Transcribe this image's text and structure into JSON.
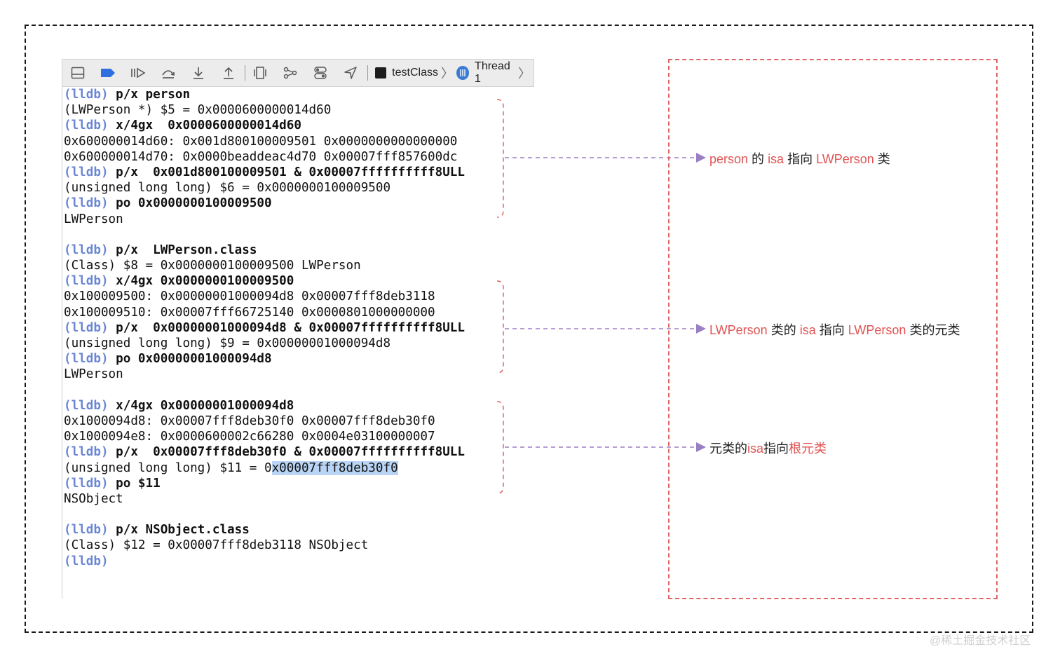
{
  "toolbar": {
    "target": "testClass",
    "thread": "Thread 1",
    "icons": [
      "hide-debug-area-icon",
      "breakpoint-icon",
      "continue-icon",
      "step-over-icon",
      "step-into-icon",
      "step-out-icon",
      "debug-view-hierarchy-icon",
      "memory-graph-icon",
      "environment-overrides-icon",
      "simulate-location-icon"
    ]
  },
  "console": {
    "lines": [
      {
        "prompt": "(lldb)",
        "cmd": " p/x person",
        "out": ""
      },
      {
        "prompt": "",
        "cmd": "",
        "out": "(LWPerson *) $5 = 0x0000600000014d60"
      },
      {
        "prompt": "(lldb)",
        "cmd": " x/4gx  0x0000600000014d60",
        "out": ""
      },
      {
        "prompt": "",
        "cmd": "",
        "out": "0x600000014d60: 0x001d800100009501 0x0000000000000000"
      },
      {
        "prompt": "",
        "cmd": "",
        "out": "0x600000014d70: 0x0000beaddeac4d70 0x00007fff857600dc"
      },
      {
        "prompt": "(lldb)",
        "cmd": " p/x  0x001d800100009501 & 0x00007ffffffffff8ULL",
        "out": ""
      },
      {
        "prompt": "",
        "cmd": "",
        "out": "(unsigned long long) $6 = 0x0000000100009500"
      },
      {
        "prompt": "(lldb)",
        "cmd": " po 0x0000000100009500",
        "out": ""
      },
      {
        "prompt": "",
        "cmd": "",
        "out": "LWPerson"
      },
      {
        "prompt": "",
        "cmd": "",
        "out": ""
      },
      {
        "prompt": "(lldb)",
        "cmd": " p/x  LWPerson.class",
        "out": ""
      },
      {
        "prompt": "",
        "cmd": "",
        "out": "(Class) $8 = 0x0000000100009500 LWPerson"
      },
      {
        "prompt": "(lldb)",
        "cmd": " x/4gx 0x0000000100009500",
        "out": ""
      },
      {
        "prompt": "",
        "cmd": "",
        "out": "0x100009500: 0x00000001000094d8 0x00007fff8deb3118"
      },
      {
        "prompt": "",
        "cmd": "",
        "out": "0x100009510: 0x00007fff66725140 0x0000801000000000"
      },
      {
        "prompt": "(lldb)",
        "cmd": " p/x  0x00000001000094d8 & 0x00007ffffffffff8ULL",
        "out": ""
      },
      {
        "prompt": "",
        "cmd": "",
        "out": "(unsigned long long) $9 = 0x00000001000094d8"
      },
      {
        "prompt": "(lldb)",
        "cmd": " po 0x00000001000094d8",
        "out": ""
      },
      {
        "prompt": "",
        "cmd": "",
        "out": "LWPerson"
      },
      {
        "prompt": "",
        "cmd": "",
        "out": ""
      },
      {
        "prompt": "(lldb)",
        "cmd": " x/4gx 0x00000001000094d8",
        "out": ""
      },
      {
        "prompt": "",
        "cmd": "",
        "out": "0x1000094d8: 0x00007fff8deb30f0 0x00007fff8deb30f0"
      },
      {
        "prompt": "",
        "cmd": "",
        "out": "0x1000094e8: 0x0000600002c66280 0x0004e03100000007"
      },
      {
        "prompt": "(lldb)",
        "cmd": " p/x  0x00007fff8deb30f0 & 0x00007ffffffffff8ULL",
        "out": ""
      },
      {
        "prompt": "",
        "cmd": "",
        "out": "(unsigned long long) $11 = 0",
        "hl": "x00007fff8deb30f0"
      },
      {
        "prompt": "(lldb)",
        "cmd": " po $11",
        "out": ""
      },
      {
        "prompt": "",
        "cmd": "",
        "out": "NSObject"
      },
      {
        "prompt": "",
        "cmd": "",
        "out": ""
      },
      {
        "prompt": "(lldb)",
        "cmd": " p/x NSObject.class",
        "out": ""
      },
      {
        "prompt": "",
        "cmd": "",
        "out": "(Class) $12 = 0x00007fff8deb3118 NSObject"
      },
      {
        "prompt": "(lldb)",
        "cmd": "",
        "out": ""
      }
    ]
  },
  "annotations": {
    "note1": [
      {
        "t": "person",
        "red": true
      },
      {
        "t": " 的 ",
        "red": false
      },
      {
        "t": "isa",
        "red": true
      },
      {
        "t": " 指向 ",
        "red": false
      },
      {
        "t": "LWPerson",
        "red": true
      },
      {
        "t": " 类",
        "red": false
      }
    ],
    "note2": [
      {
        "t": "LWPerson",
        "red": true
      },
      {
        "t": " 类的 ",
        "red": false
      },
      {
        "t": "isa",
        "red": true
      },
      {
        "t": " 指向 ",
        "red": false
      },
      {
        "t": "LWPerson",
        "red": true
      },
      {
        "t": " 类的元类",
        "red": false
      }
    ],
    "note3": [
      {
        "t": "元类的",
        "red": false
      },
      {
        "t": "isa",
        "red": true
      },
      {
        "t": "指向",
        "red": false
      },
      {
        "t": "根元类",
        "red": true
      }
    ]
  },
  "watermark": "@稀土掘金技术社区",
  "colors": {
    "prompt": "#6a86d4",
    "accent_red": "#e05454",
    "arrow": "#9b7fc4",
    "frame_red": "#e06666"
  }
}
